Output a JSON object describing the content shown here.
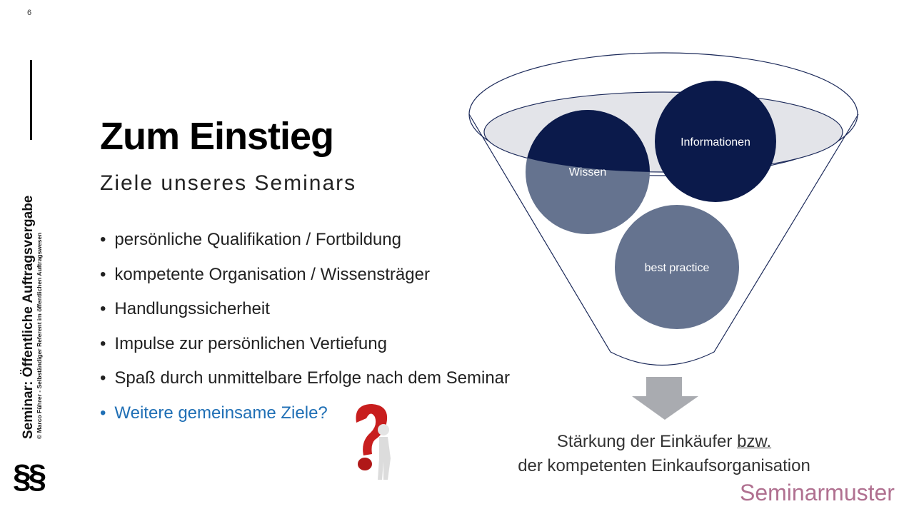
{
  "slide": {
    "page_number": "6",
    "title": "Zum Einstieg",
    "subtitle": "Ziele unseres Seminars"
  },
  "sidebar": {
    "title": "Seminar: Öffentliche Auftragsvergabe",
    "author": "© Marco Führer - Selbständiger Referent im öffentlichen Auftragswesen",
    "symbol": "§§"
  },
  "bullets": [
    "persönliche Qualifikation / Fortbildung",
    "kompetente Organisation / Wissensträger",
    "Handlungssicherheit",
    "Impulse zur persönlichen Vertiefung",
    "Spaß durch unmittelbare Erfolge nach dem Seminar",
    "Weitere gemeinsame Ziele?"
  ],
  "funnel": {
    "circles": [
      "Wissen",
      "Informationen",
      "best practice"
    ]
  },
  "result": {
    "line1": "Stärkung der Einkäufer",
    "line1_underlined": "bzw.",
    "line2": "der kompetenten Einkaufsorganisation"
  },
  "watermark": "Seminarmuster",
  "colors": {
    "dark": "#0b1a4b",
    "light": "#65738f",
    "accent": "#1f6fb5",
    "arrow": "#a9abb0"
  }
}
